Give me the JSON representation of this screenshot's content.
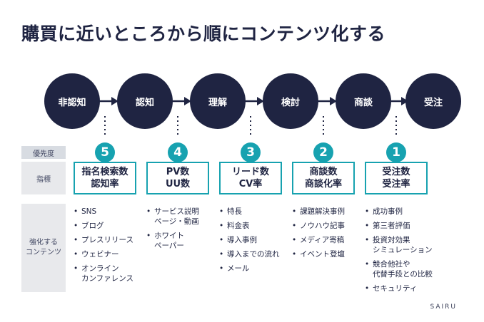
{
  "title": "購買に近いところから順にコンテンツ化する",
  "row_labels": {
    "priority": "優先度",
    "kpi": "指標",
    "contents_1": "強化する",
    "contents_2": "コンテンツ"
  },
  "stages": [
    {
      "name": "非認知",
      "priority": "5",
      "kpi": [
        "指名検索数",
        "認知率"
      ],
      "contents": [
        "SNS",
        "ブログ",
        "プレスリリース",
        "ウェビナー",
        "オンライン\nカンファレンス"
      ]
    },
    {
      "name": "認知",
      "priority": "4",
      "kpi": [
        "PV数",
        "UU数"
      ],
      "contents": [
        "サービス説明\nページ・動画",
        "ホワイト\nペーパー"
      ]
    },
    {
      "name": "理解",
      "priority": "3",
      "kpi": [
        "リード数",
        "CV率"
      ],
      "contents": [
        "特長",
        "料金表",
        "導入事例",
        "導入までの流れ",
        "メール"
      ]
    },
    {
      "name": "検討",
      "priority": "2",
      "kpi": [
        "商談数",
        "商談化率"
      ],
      "contents": [
        "課題解決事例",
        "ノウハウ記事",
        "メディア寄稿",
        "イベント登壇"
      ]
    },
    {
      "name": "商談",
      "priority": "1",
      "kpi": [
        "受注数",
        "受注率"
      ],
      "contents": [
        "成功事例",
        "第三者評価",
        "投資対効果\nシミュレーション",
        "競合他社や\n代替手段との比較",
        "セキュリティ"
      ]
    },
    {
      "name": "受注"
    }
  ],
  "brand": "SAIRU",
  "colors": {
    "navy": "#1f2442",
    "teal": "#17a2b0",
    "label_bg": "#e8e9ec"
  }
}
